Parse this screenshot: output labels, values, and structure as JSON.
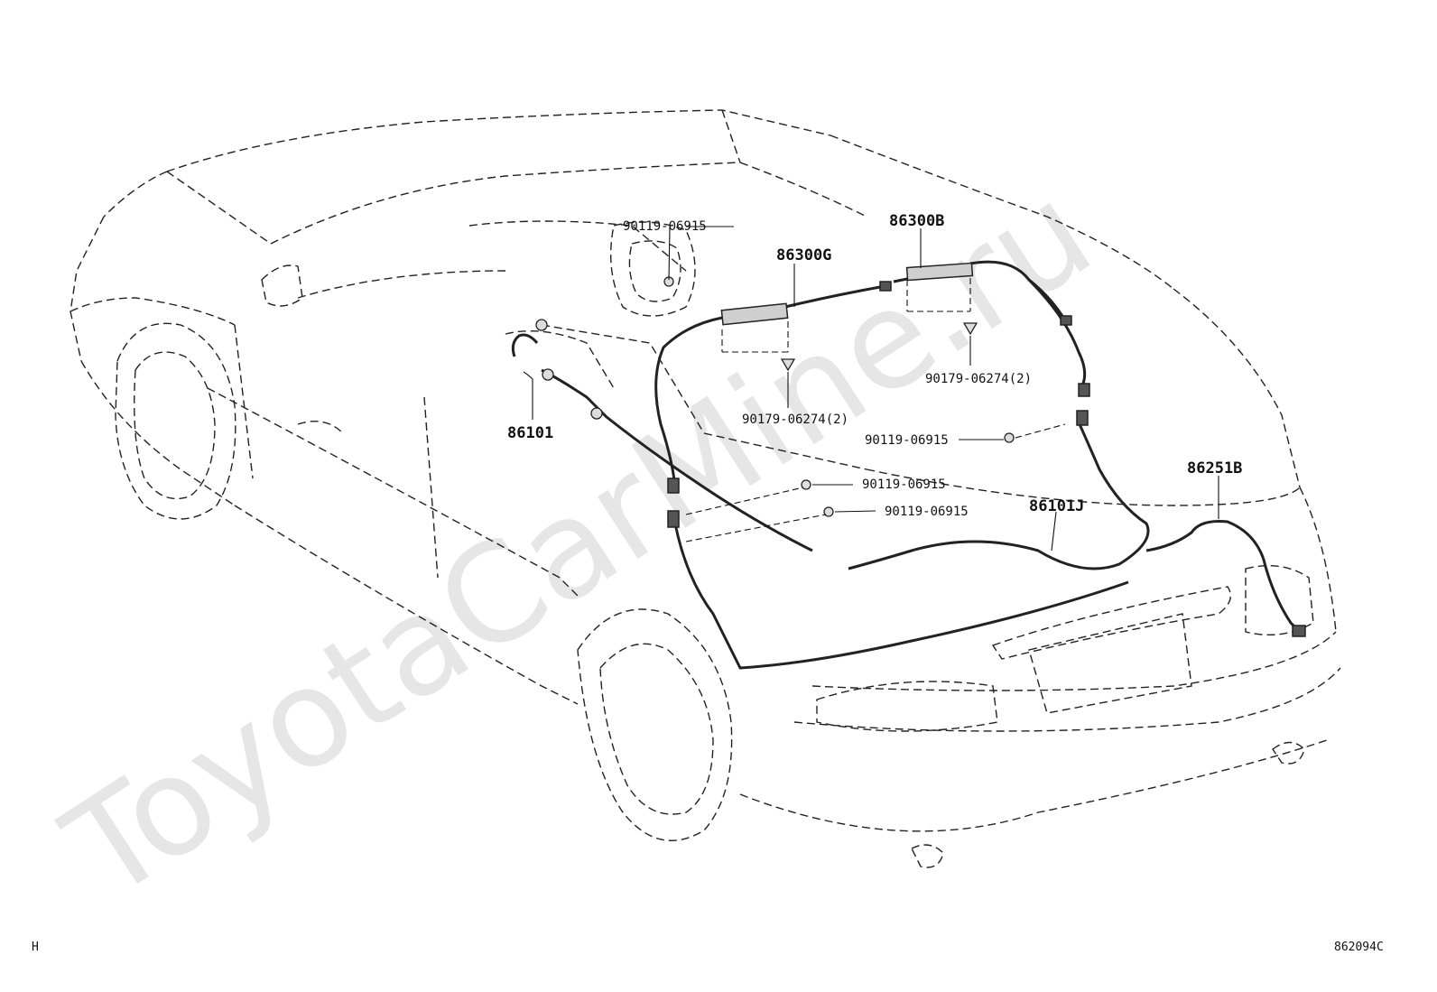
{
  "watermark": "ToyotaCarMine.ru",
  "corner_left": "H",
  "corner_right": "862094C",
  "parts": {
    "p86300B": "86300B",
    "p86300G": "86300G",
    "p86101": "86101",
    "p86101J": "86101J",
    "p86251B": "86251B",
    "s1": "90119-06915",
    "s2": "90119-06915",
    "s3": "90119-06915",
    "s4": "90119-06915",
    "c1": "90179-06274(2)",
    "c2": "90179-06274(2)"
  }
}
